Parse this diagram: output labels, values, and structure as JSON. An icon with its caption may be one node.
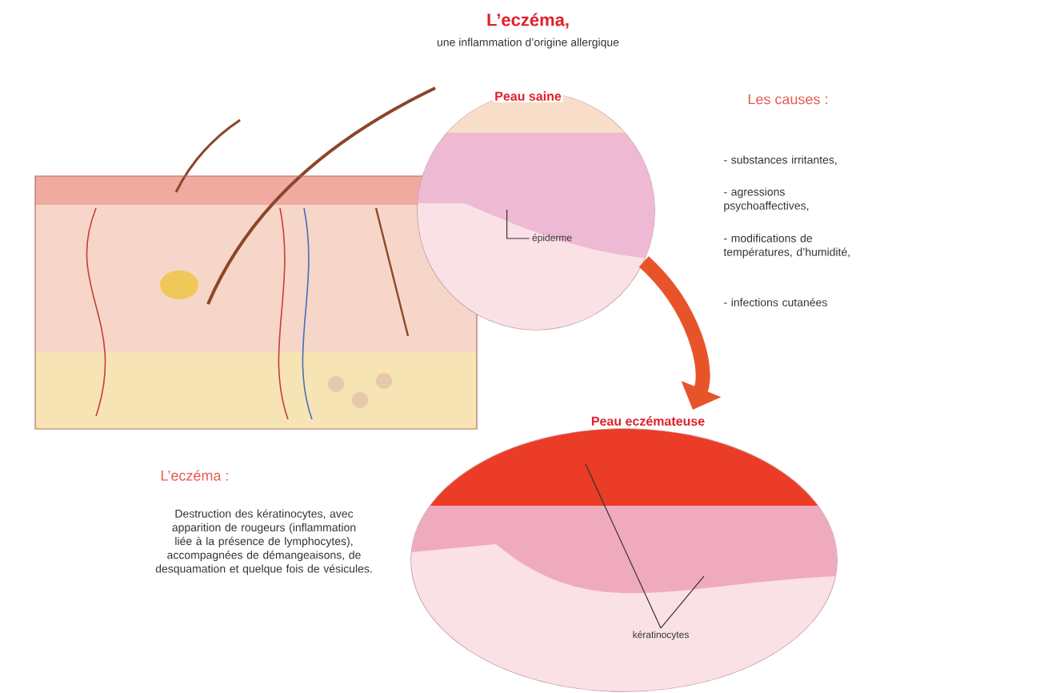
{
  "diagram": {
    "title": "L’eczéma,",
    "nodes": [
      {
        "text": [],
        "shape": "picture"
      },
      {
        "text": [
          "Peau saine"
        ]
      },
      {
        "text": [
          "épiderme"
        ],
        "in": 1
      },
      {
        "text": [
          "Peau eczémateuse"
        ]
      },
      {
        "text": [
          "kératinocytes"
        ],
        "in": 3
      }
    ],
    "edges": [
      {
        "from": 1,
        "to": 3,
        "arrow": "to",
        "style": "thick",
        "color": "#e8542a"
      },
      {
        "from": 2,
        "to": null,
        "arrow": "none"
      },
      {
        "from": 4,
        "to": null,
        "arrow": "none"
      },
      {
        "from": 4,
        "to": null,
        "arrow": "none"
      }
    ],
    "labels": [
      "une inflammation d’origine allergique",
      "Les causes :",
      "- substances irritantes,",
      "- agressions psychoaffectives,",
      "- modifications de températures, d’humidité,",
      "- infections cutanées",
      "L’eczéma :",
      "Destruction des kératinocytes, avec apparition de rougeurs (inflammation liée à la présence de lymphocytes), accompagnées de démangeaisons, de desquamation et quelque fois de vésicules."
    ]
  }
}
